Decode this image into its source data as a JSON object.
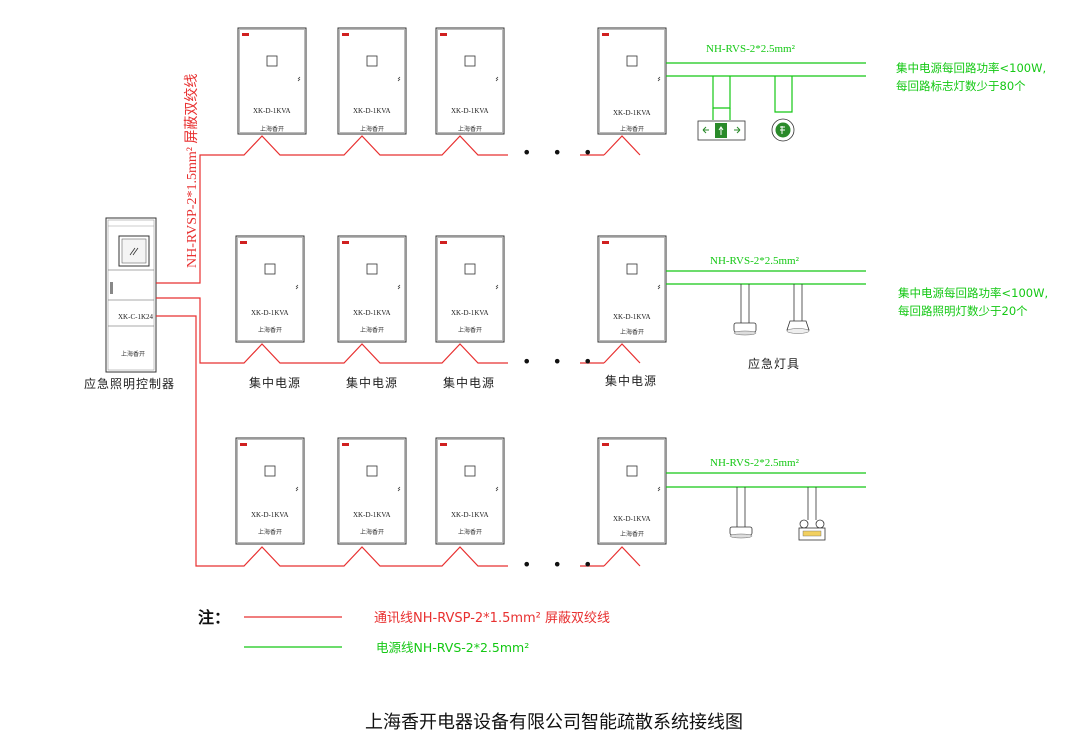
{
  "diagram": {
    "title": "上海香开电器设备有限公司智能疏散系统接线图",
    "controller": {
      "label": "应急照明控制器",
      "model": "XK-C-1K24",
      "brand": "上海香开"
    },
    "device": {
      "model": "XK-D-1KVA",
      "brand": "上海香开"
    },
    "row_labels": [
      "集中电源",
      "集中电源",
      "集中电源",
      "集中电源"
    ],
    "ellipsis": "• • •",
    "comm_cable": {
      "label": "NH-RVSP-2*1.5mm² 屏蔽双绞线",
      "color": "#e83030"
    },
    "power_cable": {
      "label": "NH-RVS-2*2.5mm²",
      "color": "#14c814"
    },
    "rows": [
      {
        "note_line1": "集中电源每回路功率<100W,",
        "note_line2": "每回路标志灯数少于80个",
        "fixtures": [
          "exit-sign",
          "emergency-indicator-lamp"
        ]
      },
      {
        "note_line1": "集中电源每回路功率<100W,",
        "note_line2": "每回路照明灯数少于20个",
        "fixtures": [
          "ceiling-downlight",
          "ceiling-spotlight"
        ],
        "fixture_caption": "应急灯具"
      },
      {
        "fixtures": [
          "ceiling-downlight",
          "twin-head-emergency-light"
        ]
      }
    ],
    "legend": {
      "note_label": "注：",
      "comm": "通讯线NH-RVSP-2*1.5mm² 屏蔽双绞线",
      "power": "电源线NH-RVS-2*2.5mm²"
    }
  }
}
